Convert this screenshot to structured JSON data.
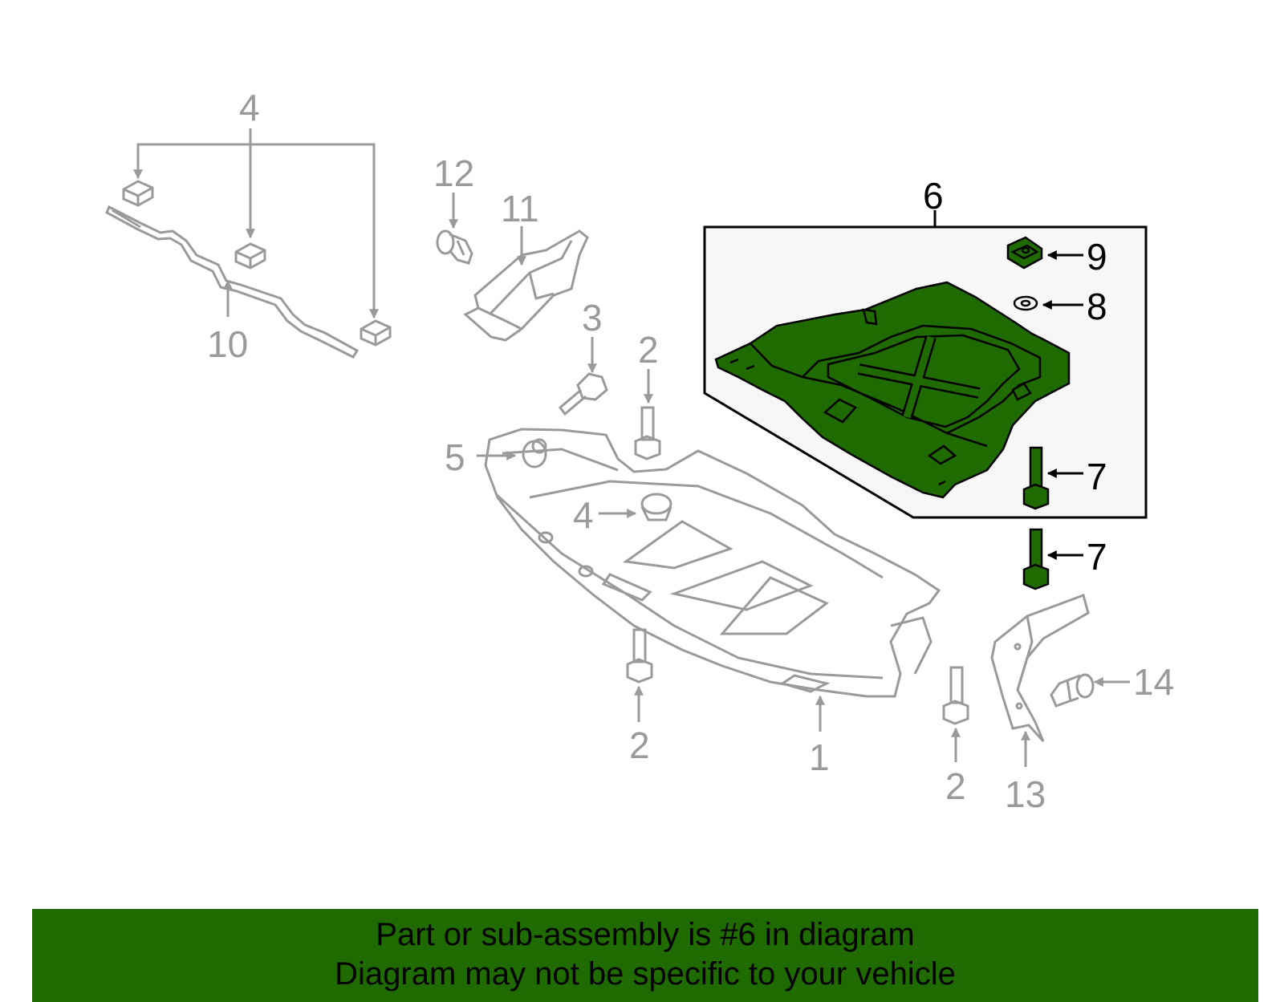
{
  "diagram": {
    "callouts": {
      "part_1": "1",
      "part_2": "2",
      "part_3": "3",
      "part_4": "4",
      "part_5": "5",
      "part_6": "6",
      "part_7": "7",
      "part_8": "8",
      "part_9": "9",
      "part_10": "10",
      "part_11": "11",
      "part_12": "12",
      "part_13": "13",
      "part_14": "14"
    },
    "colors": {
      "highlight": "#1f6b00",
      "inactive": "#9a9a9a",
      "active_line": "#000000"
    }
  },
  "banner": {
    "line1": "Part or sub-assembly is #6 in diagram",
    "line2": "Diagram may not be specific to your vehicle"
  }
}
